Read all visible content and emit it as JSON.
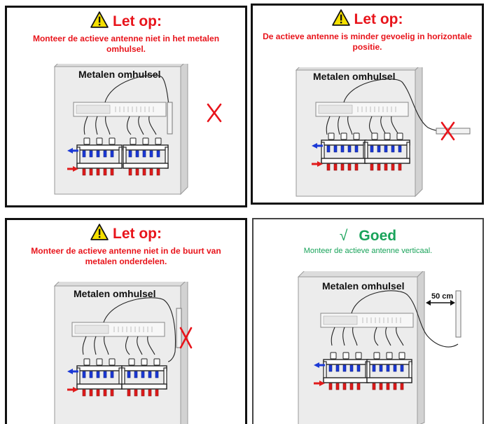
{
  "panels": [
    {
      "title": "Let op:",
      "message": "Monteer de actieve antenne niet in het metalen omhulsel.",
      "enclosure_label": "Metalen omhulsel",
      "icon": "warning-triangle-icon",
      "verdict_icon": "cross-icon",
      "status": "incorrect"
    },
    {
      "title": "Let op:",
      "message": "De actieve antenne is minder gevoelig in horizontale positie.",
      "enclosure_label": "Metalen omhulsel",
      "icon": "warning-triangle-icon",
      "verdict_icon": "cross-icon",
      "status": "incorrect"
    },
    {
      "title": "Let op:",
      "message": "Monteer de actieve antenne niet in de buurt van metalen onderdelen.",
      "enclosure_label": "Metalen omhulsel",
      "icon": "warning-triangle-icon",
      "verdict_icon": "cross-icon",
      "status": "incorrect"
    },
    {
      "check_mark": "√",
      "title": "Goed",
      "message": "Monteer de actieve antenne verticaal.",
      "enclosure_label": "Metalen omhulsel",
      "distance_label": "50 cm",
      "icon": "check-mark-icon",
      "status": "correct"
    }
  ],
  "colors": {
    "warning_red": "#e8141b",
    "good_green": "#19a35a",
    "cabinet_fill": "#ececec",
    "supply_red": "#e01b1b",
    "return_blue": "#1b39d6"
  }
}
